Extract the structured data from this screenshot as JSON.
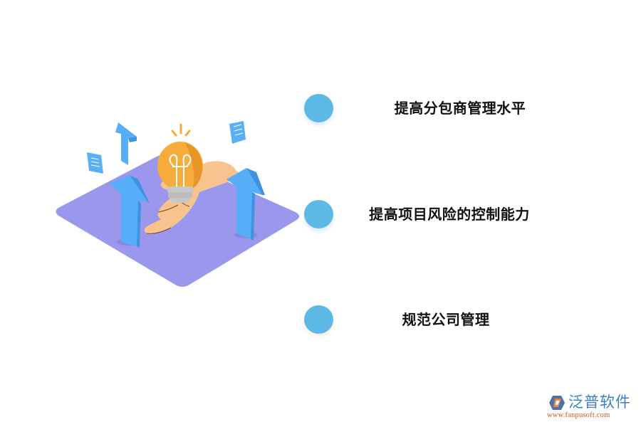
{
  "illustration": {
    "description": "isometric purple platform with hand holding lightbulb, up arrows, floating documents",
    "icons": [
      "lightbulb-icon",
      "hand-icon",
      "up-arrow-icon",
      "document-icon"
    ],
    "colors": {
      "platform": "#9a97ec",
      "arrow": "#55aef6",
      "arrow_dark": "#3d93e0",
      "bulb": "#f6ac3b",
      "bulb_dark": "#e8952a",
      "hand": "#f9c38f",
      "bulb_base": "#c7c7c7",
      "document": "#5ab0f5"
    }
  },
  "items": [
    {
      "label": "提高分包商管理水平",
      "dot_color": "#5db8e6"
    },
    {
      "label": "提高项目风险的控制能力",
      "dot_color": "#5db8e6"
    },
    {
      "label": "规范公司管理",
      "dot_color": "#5db8e6"
    }
  ],
  "brand": {
    "name": "泛普软件",
    "url": "www.fanpusoft.com",
    "colors": {
      "name": "#3a7fc4",
      "url": "#d3541b",
      "mark_blue": "#4b73a8",
      "mark_orange": "#e8874b"
    }
  }
}
